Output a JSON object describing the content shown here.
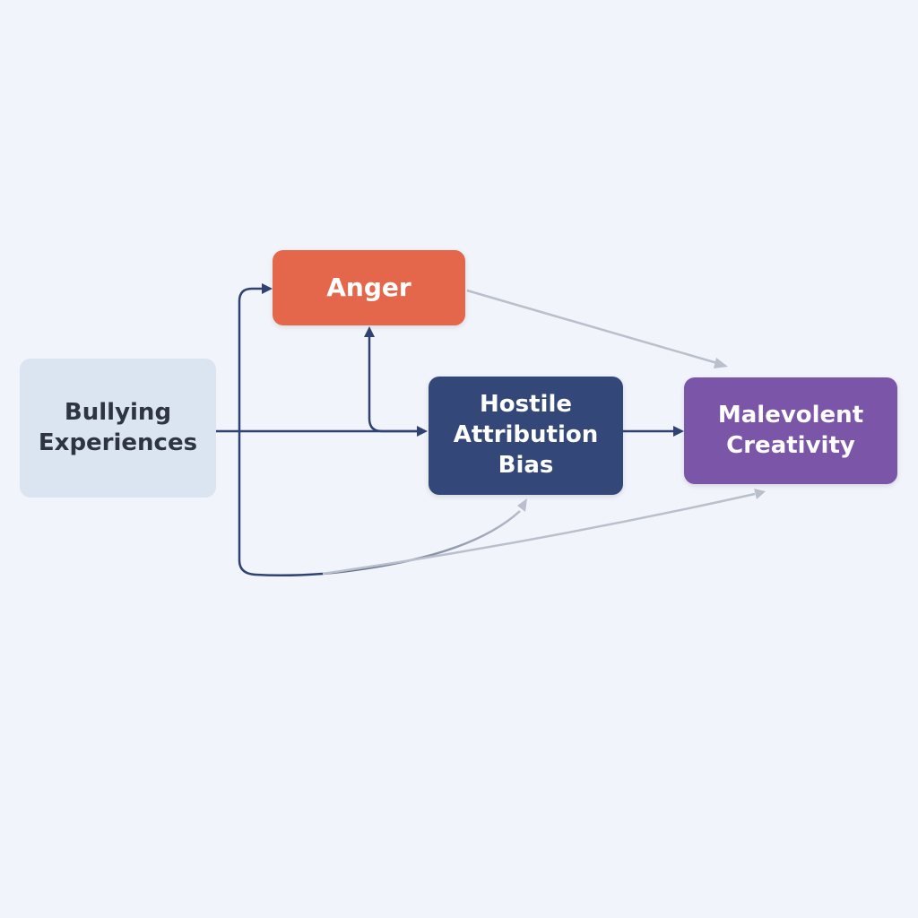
{
  "diagram": {
    "nodes": {
      "bullying": {
        "label": "Bullying\nExperiences"
      },
      "anger": {
        "label": "Anger"
      },
      "hostile": {
        "label": "Hostile\nAttribution\nBias"
      },
      "malevolent": {
        "label": "Malevolent\nCreativity"
      }
    },
    "edges": [
      {
        "from": "Bullying Experiences",
        "to": "Anger",
        "style": "solid"
      },
      {
        "from": "Bullying Experiences",
        "to": "Hostile Attribution Bias",
        "style": "solid"
      },
      {
        "from": "Hostile Attribution Bias",
        "to": "Anger",
        "style": "solid"
      },
      {
        "from": "Hostile Attribution Bias",
        "to": "Malevolent Creativity",
        "style": "solid"
      },
      {
        "from": "Anger",
        "to": "Malevolent Creativity",
        "style": "faded"
      },
      {
        "from": "Bullying Experiences",
        "to": "Hostile Attribution Bias",
        "style": "faded-curve"
      },
      {
        "from": "Bullying Experiences",
        "to": "Malevolent Creativity",
        "style": "faded-curve"
      }
    ],
    "colors": {
      "background": "#f1f4fb",
      "bullying": "#dbe5f1",
      "anger": "#e4674b",
      "hostile": "#334779",
      "malevolent": "#7a55a8",
      "solid_arrow": "#2f4272",
      "faded_arrow": "#b9bfcb"
    }
  }
}
